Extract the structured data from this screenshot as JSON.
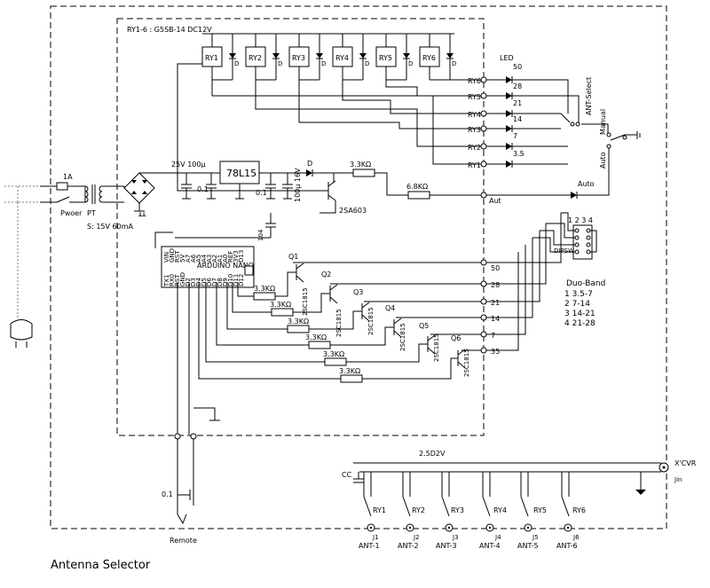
{
  "labels": {
    "relay_spec": "RY1-6 : G5SB-14 DC12V",
    "fuse": "1A",
    "power_switch": "Pwoer",
    "transformer": "PT",
    "transformer_spec": "S: 15V 60mA",
    "cap_25v": "25V 100μ",
    "cap_01a": "0.1",
    "cap_01b": "0.1",
    "regulator": "78L15",
    "cap_16v": "100μ 16V",
    "diode_d": "D",
    "resistor_33k": "3.3KΩ",
    "resistor_68k": "6.8KΩ",
    "transistor_pnp": "2SA603",
    "cap_104": "104",
    "arduino_title": "ARDUINO NANO",
    "led": "LED",
    "ant_select": "ANT-Select",
    "manual": "Manual",
    "auto": "Auto",
    "auto_led": "Auto",
    "aut_out": "Aut",
    "dipsw": "DIPSW",
    "dip_numbers": "1 2 3 4",
    "duo_band_title": "Duo-Band",
    "line_25d2v": "2.5D2V",
    "cc": "CC",
    "xcvr": "X'CVR",
    "jin": "Jin",
    "remote": "Remote",
    "cap_remote": "0.1",
    "caption": "Antenna Selector"
  },
  "arduino_pins_top": [
    "VIN",
    "GND",
    "RST",
    "5V",
    "A7",
    "A6",
    "A5",
    "A4",
    "A3",
    "A2",
    "A1",
    "A0",
    "REF",
    "3V3",
    "D13"
  ],
  "arduino_pins_bottom": [
    "TX1",
    "RX0",
    "RST",
    "GND",
    "D2",
    "D3",
    "D4",
    "D5",
    "D6",
    "D7",
    "D8",
    "D9",
    "D10",
    "D11",
    "D12"
  ],
  "relays": [
    "RY1",
    "RY2",
    "RY3",
    "RY4",
    "RY5",
    "RY6"
  ],
  "relay_outputs": [
    "RY6",
    "RY5",
    "RY4",
    "RY3",
    "RY2",
    "RY1"
  ],
  "led_bands": [
    "50",
    "28",
    "21",
    "14",
    "7",
    "3.5"
  ],
  "transistors": [
    {
      "name": "Q1",
      "type": "2SC1815"
    },
    {
      "name": "Q2",
      "type": "2SC1815"
    },
    {
      "name": "Q3",
      "type": "2SC1815"
    },
    {
      "name": "Q4",
      "type": "2SC1815"
    },
    {
      "name": "Q5",
      "type": "2SC1815"
    },
    {
      "name": "Q6",
      "type": "2SC1815"
    }
  ],
  "band_inputs": [
    "50",
    "28",
    "21",
    "14",
    "7",
    "35"
  ],
  "duo_band_rows": [
    "1  3.5-7",
    "2   7-14",
    "3  14-21",
    "4  21-28"
  ],
  "antenna_relays": [
    "RY1",
    "RY2",
    "RY3",
    "RY4",
    "RY5",
    "RY6"
  ],
  "jacks": [
    "J1",
    "J2",
    "J3",
    "J4",
    "J5",
    "J6"
  ],
  "antennas": [
    "ANT-1",
    "ANT-2",
    "ANT-3",
    "ANT-4",
    "ANT-5",
    "ANT-6"
  ]
}
